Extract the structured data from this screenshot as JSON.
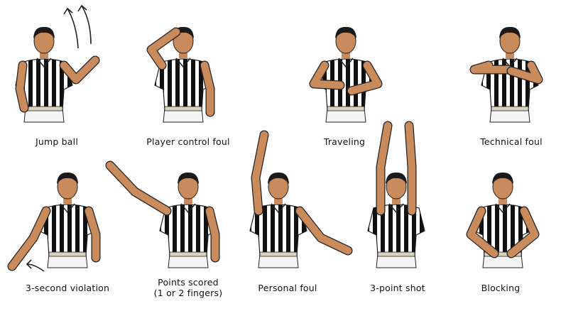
{
  "signals": [
    {
      "label": "Jump ball"
    },
    {
      "label": "Player control foul"
    },
    {
      "label": "Traveling"
    },
    {
      "label": "Technical foul"
    },
    {
      "label": "3-second violation"
    },
    {
      "label": "Points scored\n(1 or 2 fingers)"
    },
    {
      "label": "Personal foul"
    },
    {
      "label": "3-point shot"
    },
    {
      "label": "Blocking"
    }
  ],
  "colors": {
    "skin": "#c98a5c",
    "hair": "#1a1a1a",
    "stripe_dark": "#111111",
    "stripe_light": "#ffffff",
    "pants": "#f4f4f4",
    "belt": "#d9d2bf",
    "outline": "#222222"
  },
  "icons": [
    "motion-arrow-icon"
  ]
}
